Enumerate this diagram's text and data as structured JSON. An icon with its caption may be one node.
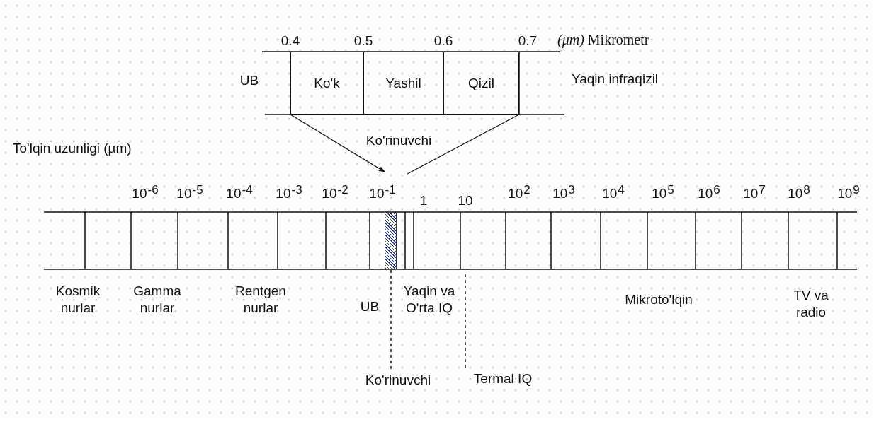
{
  "diagram": {
    "nodes": [
      {
        "text": [
          "Ko'k"
        ]
      },
      {
        "text": [
          "Yashil"
        ]
      },
      {
        "text": [
          "Qizil"
        ]
      },
      {
        "text": [],
        "shape": "bar"
      },
      {
        "text": [
          "Ko'rinuvchi"
        ]
      },
      {
        "text": [
          "Termal IQ"
        ]
      }
    ],
    "edges": [
      {
        "from": 4,
        "to": 3,
        "arrow": "none",
        "style": "dashed"
      },
      {
        "from": 5,
        "to": null,
        "arrow": "none",
        "style": "dashed"
      }
    ],
    "labels": [
      "0.4",
      "0.5",
      "0.6",
      "0.7",
      "*(μm)* Mikrometr",
      "UB",
      "Yaqin infraqizil",
      "Ko'rinuvchi",
      "To'lqin uzunligi (µm)",
      "10$^{-6}$",
      "10$^{-5}$",
      "10$^{-4}$",
      "10$^{-3}$",
      "10$^{-2}$",
      "10$^{-1}$",
      "1",
      "10",
      "10$^{2}$",
      "10$^{3}$",
      "10$^{4}$",
      "10$^{5}$",
      "10$^{6}$",
      "10$^{7}$",
      "10$^{8}$",
      "10$^{9}$",
      "Kosmik nurlar",
      "Gamma nurlar",
      "Rentgen nurlar",
      "UB",
      "Yaqin va O'rta IQ",
      "Mikroto'lqin",
      "TV va radio"
    ]
  }
}
